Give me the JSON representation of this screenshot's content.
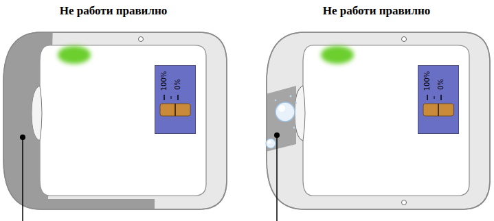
{
  "diagram": {
    "nodes": [
      {
        "text": [
          "100%",
          "0%"
        ]
      },
      {
        "text": [
          "100%",
          "0%"
        ]
      }
    ],
    "labels": [
      "Не работи правилно",
      "Не работи правилно"
    ]
  }
}
